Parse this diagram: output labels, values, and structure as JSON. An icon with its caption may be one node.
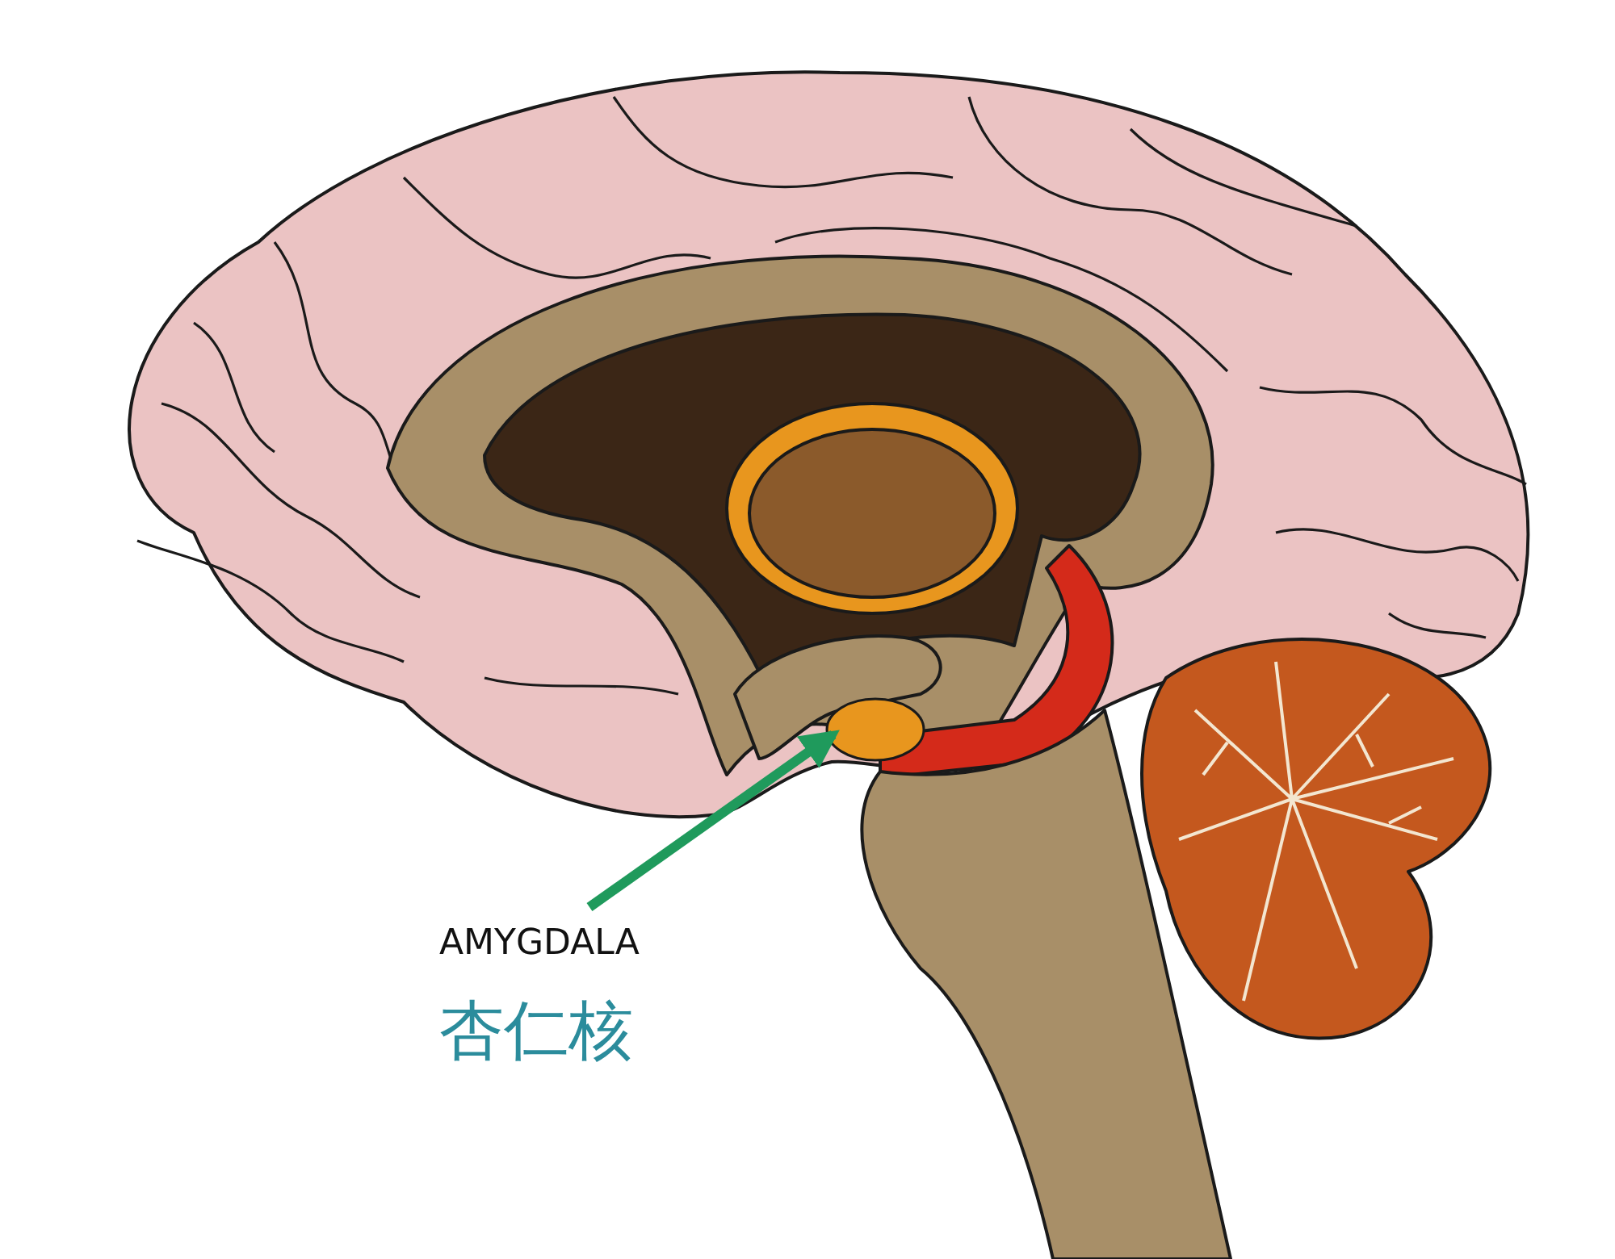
{
  "diagram": {
    "nodes": [
      {
        "text": [
          "AMYGDALA",
          "杏仁核"
        ]
      },
      {
        "text": [],
        "shape": "circle"
      }
    ],
    "edges": [
      {
        "from": 0,
        "to": 1,
        "arrow": "to",
        "color": "#1f9a5c"
      }
    ]
  }
}
